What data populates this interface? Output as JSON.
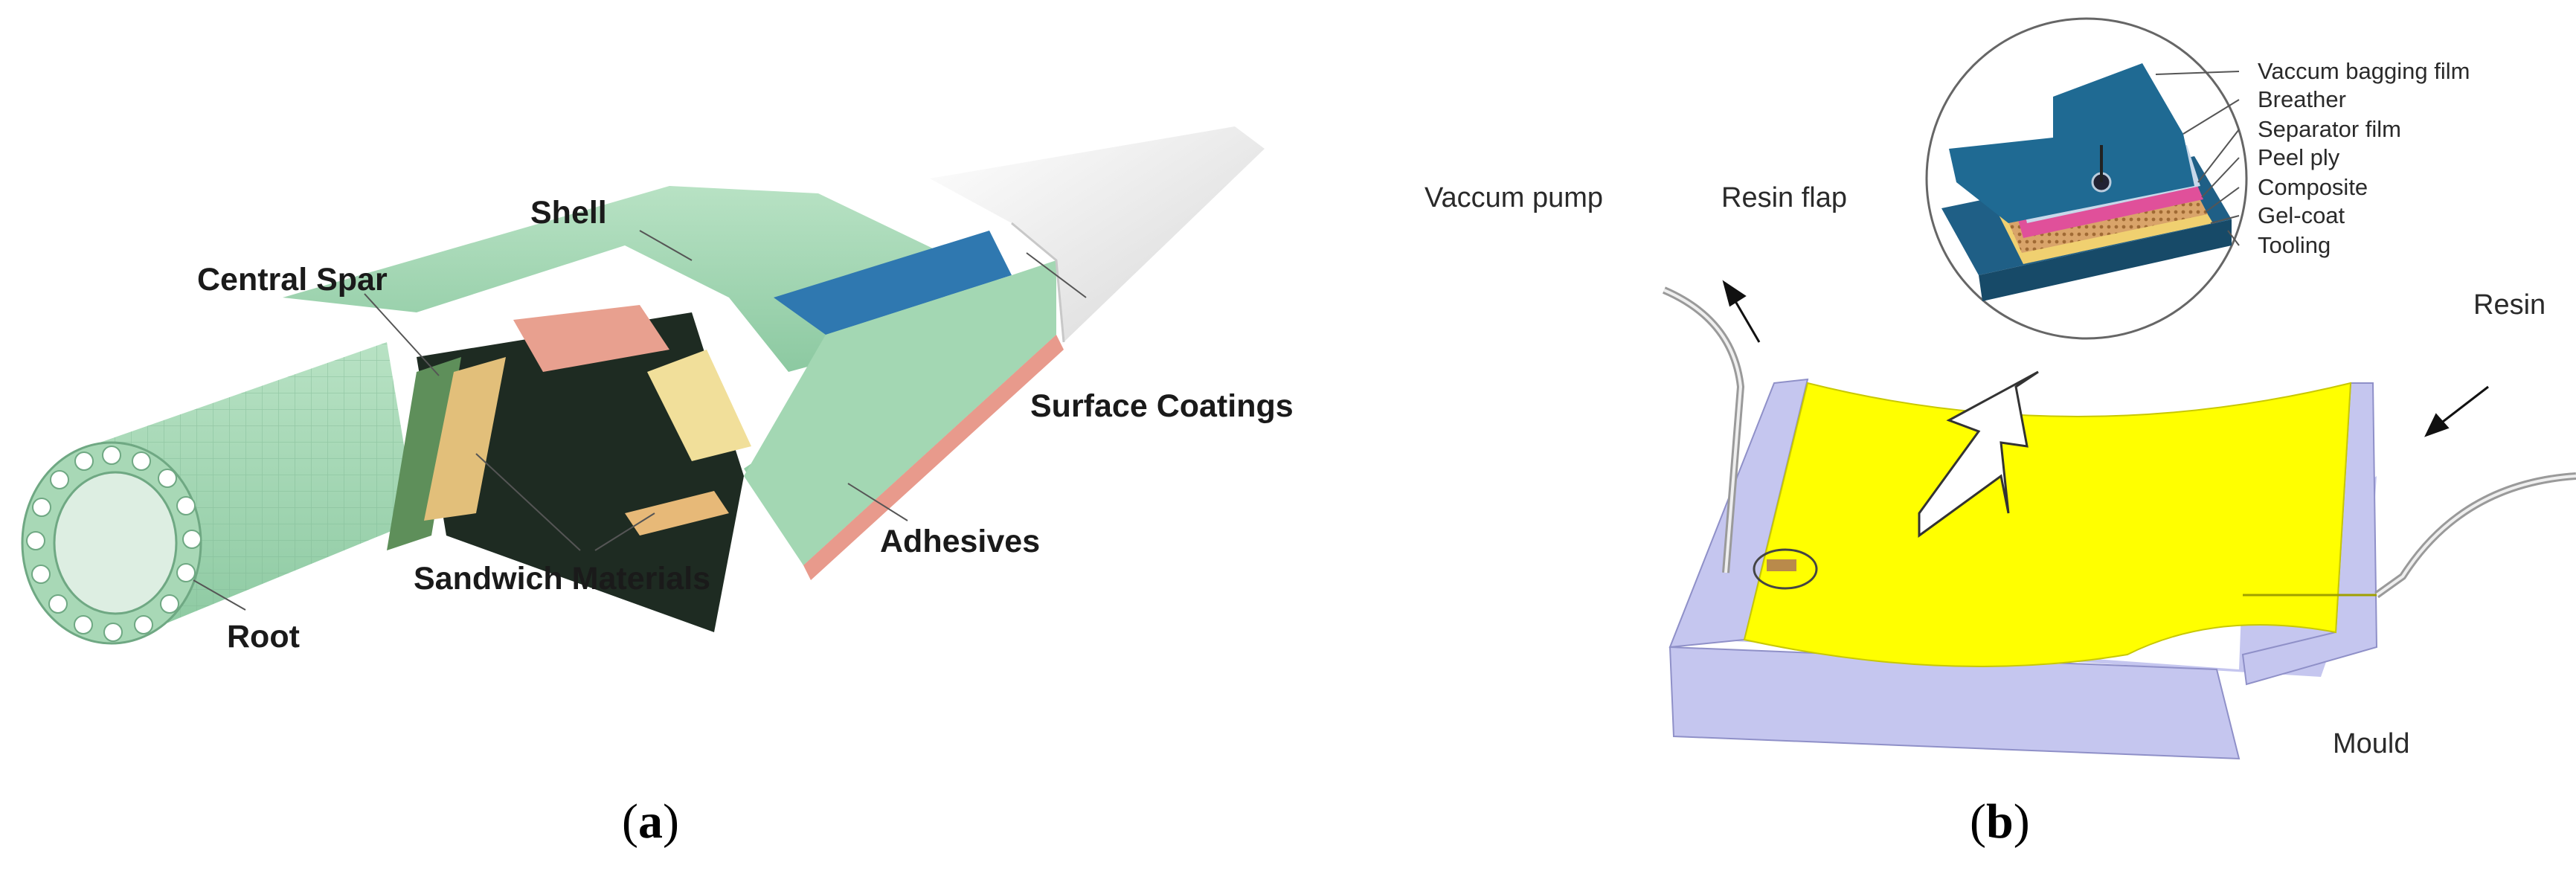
{
  "panel_a": {
    "labels": {
      "shell": "Shell",
      "central_spar": "Central Spar",
      "surface_coatings": "Surface Coatings",
      "adhesives": "Adhesives",
      "sandwich_materials": "Sandwich Materials",
      "root": "Root"
    },
    "caption": {
      "open": "(",
      "letter": "a",
      "close": ")"
    }
  },
  "panel_b": {
    "labels": {
      "vaccum_pump": "Vaccum pump",
      "resin_flap": "Resin flap",
      "resin": "Resin",
      "mould": "Mould"
    },
    "inset_layers": [
      "Vaccum bagging film",
      "Breather",
      "Separator film",
      "Peel ply",
      "Composite",
      "Gel-coat",
      "Tooling"
    ],
    "caption": {
      "open": "(",
      "letter": "b",
      "close": ")"
    }
  },
  "colors": {
    "blade_green": "#9fd4b0",
    "tip_white": "#eeeeee",
    "coating_blue": "#2f78b0",
    "adhesive_pink": "#e89a8c",
    "sandwich_tan": "#e4c27e",
    "resin_yellow": "#ffff00",
    "mould_lavender": "#c5c6ef",
    "inset_teal": "#1f5f86"
  }
}
